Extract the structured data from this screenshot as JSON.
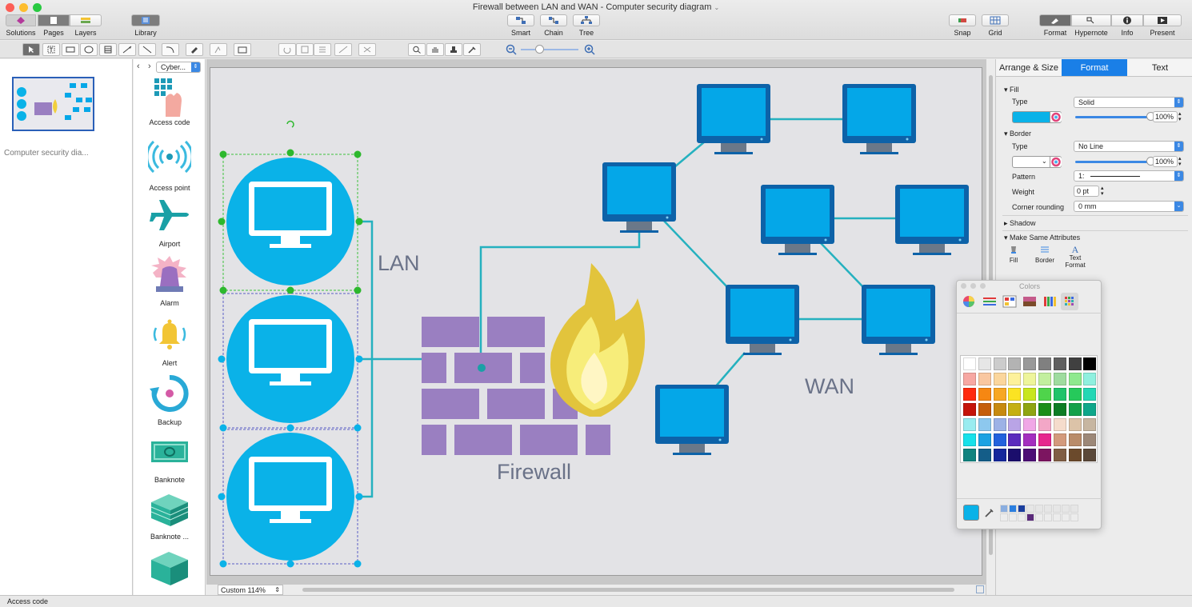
{
  "window": {
    "title": "Firewall between LAN and WAN - Computer security diagram"
  },
  "toolbar_left": [
    {
      "label": "Solutions"
    },
    {
      "label": "Pages"
    },
    {
      "label": "Layers"
    },
    {
      "label": "Library"
    }
  ],
  "toolbar_center": [
    {
      "label": "Smart"
    },
    {
      "label": "Chain"
    },
    {
      "label": "Tree"
    }
  ],
  "toolbar_right": [
    {
      "label": "Snap"
    },
    {
      "label": "Grid"
    },
    {
      "label": "Format"
    },
    {
      "label": "Hypernote"
    },
    {
      "label": "Info"
    },
    {
      "label": "Present"
    }
  ],
  "pages": {
    "thumb_label": "Computer security dia..."
  },
  "library": {
    "dropdown": "Cyber...",
    "items": [
      {
        "label": "Access code",
        "icon": "keypad-icon"
      },
      {
        "label": "Access point",
        "icon": "wireless-icon"
      },
      {
        "label": "Airport",
        "icon": "airplane-icon"
      },
      {
        "label": "Alarm",
        "icon": "alarm-siren-icon"
      },
      {
        "label": "Alert",
        "icon": "bell-icon"
      },
      {
        "label": "Backup",
        "icon": "backup-icon"
      },
      {
        "label": "Banknote",
        "icon": "banknote-icon"
      },
      {
        "label": "Banknote ...",
        "icon": "banknote-stack-icon"
      }
    ]
  },
  "diagram": {
    "lan_label": "LAN",
    "wan_label": "WAN",
    "firewall_label": "Firewall",
    "colors": {
      "monitor": "#04a7e8",
      "circle": "#0ab2e8",
      "brick": "#9a7fc1",
      "line": "#25b1bf"
    }
  },
  "zoom": {
    "label": "Custom 114%"
  },
  "panel": {
    "tabs": [
      "Arrange & Size",
      "Format",
      "Text"
    ],
    "active_tab": "Format",
    "fill": {
      "section": "Fill",
      "type_label": "Type",
      "type_value": "Solid",
      "opacity": "100%",
      "color": "#0ab2e8"
    },
    "border": {
      "section": "Border",
      "type_label": "Type",
      "type_value": "No Line",
      "opacity": "100%",
      "pattern_label": "Pattern",
      "pattern_value": "1:",
      "weight_label": "Weight",
      "weight_value": "0 pt",
      "corner_label": "Corner rounding",
      "corner_value": "0 mm"
    },
    "shadow": {
      "section": "Shadow"
    },
    "make_same": {
      "section": "Make Same Attributes",
      "items": [
        "Fill",
        "Border",
        "Text Format"
      ]
    }
  },
  "colors_panel": {
    "title": "Colors"
  },
  "status": {
    "text": "Access code"
  }
}
